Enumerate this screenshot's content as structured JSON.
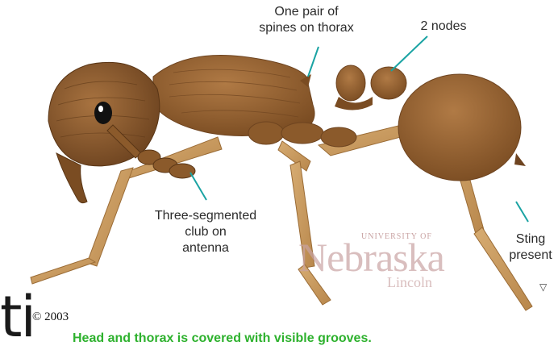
{
  "labels": {
    "spines": "One pair of\nspines on thorax",
    "nodes": "2 nodes",
    "club": "Three-segmented\nclub on\nantenna",
    "sting": "Sting\npresent"
  },
  "watermark": {
    "university": "UNIVERSITY OF",
    "name": "Nebraska",
    "campus": "Lincoln"
  },
  "copyright": "© 2003",
  "caption": "Head and thorax is covered with visible grooves.",
  "cropped_text": "ti",
  "colors": {
    "body": "#8b5a2b",
    "body_dark": "#6e4420",
    "leg": "#c79a5d",
    "leader": "#1aa3a3",
    "caption": "#2db12d"
  }
}
